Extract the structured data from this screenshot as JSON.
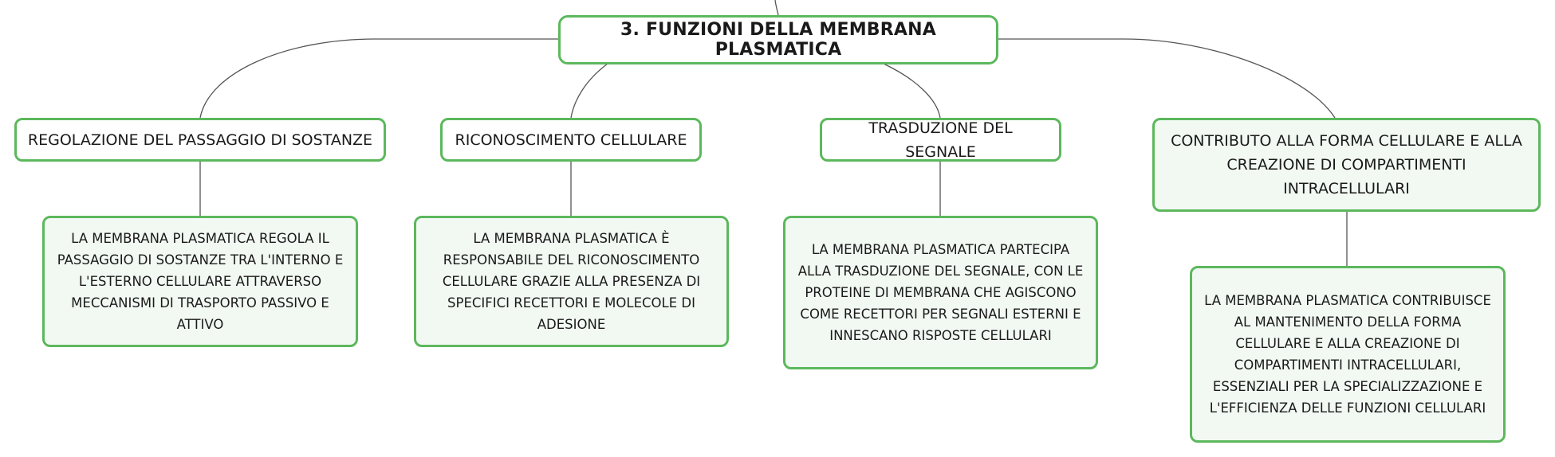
{
  "colors": {
    "node_border": "#5cb85c",
    "node_fill_light": "#f2f9f3",
    "connector": "#555555"
  },
  "central": {
    "label": "3. FUNZIONI DELLA MEMBRANA PLASMATICA"
  },
  "topics": [
    {
      "label": "REGOLAZIONE DEL PASSAGGIO DI SOSTANZE",
      "detail": "LA MEMBRANA PLASMATICA REGOLA IL PASSAGGIO DI SOSTANZE TRA L'INTERNO E L'ESTERNO CELLULARE ATTRAVERSO MECCANISMI DI TRASPORTO PASSIVO E ATTIVO"
    },
    {
      "label": "RICONOSCIMENTO CELLULARE",
      "detail": "LA MEMBRANA PLASMATICA È RESPONSABILE DEL RICONOSCIMENTO CELLULARE GRAZIE ALLA PRESENZA DI SPECIFICI RECETTORI E MOLECOLE DI ADESIONE"
    },
    {
      "label": "TRASDUZIONE DEL SEGNALE",
      "detail": "LA MEMBRANA PLASMATICA PARTECIPA ALLA TRASDUZIONE DEL SEGNALE, CON LE PROTEINE DI MEMBRANA CHE AGISCONO COME RECETTORI PER SEGNALI ESTERNI E INNESCANO RISPOSTE CELLULARI"
    },
    {
      "label": "CONTRIBUTO ALLA FORMA CELLULARE E ALLA CREAZIONE DI COMPARTIMENTI INTRACELLULARI",
      "detail": "LA MEMBRANA PLASMATICA CONTRIBUISCE AL MANTENIMENTO DELLA FORMA CELLULARE E ALLA CREAZIONE DI COMPARTIMENTI INTRACELLULARI, ESSENZIALI PER LA SPECIALIZZAZIONE E L'EFFICIENZA DELLE FUNZIONI CELLULARI"
    }
  ]
}
